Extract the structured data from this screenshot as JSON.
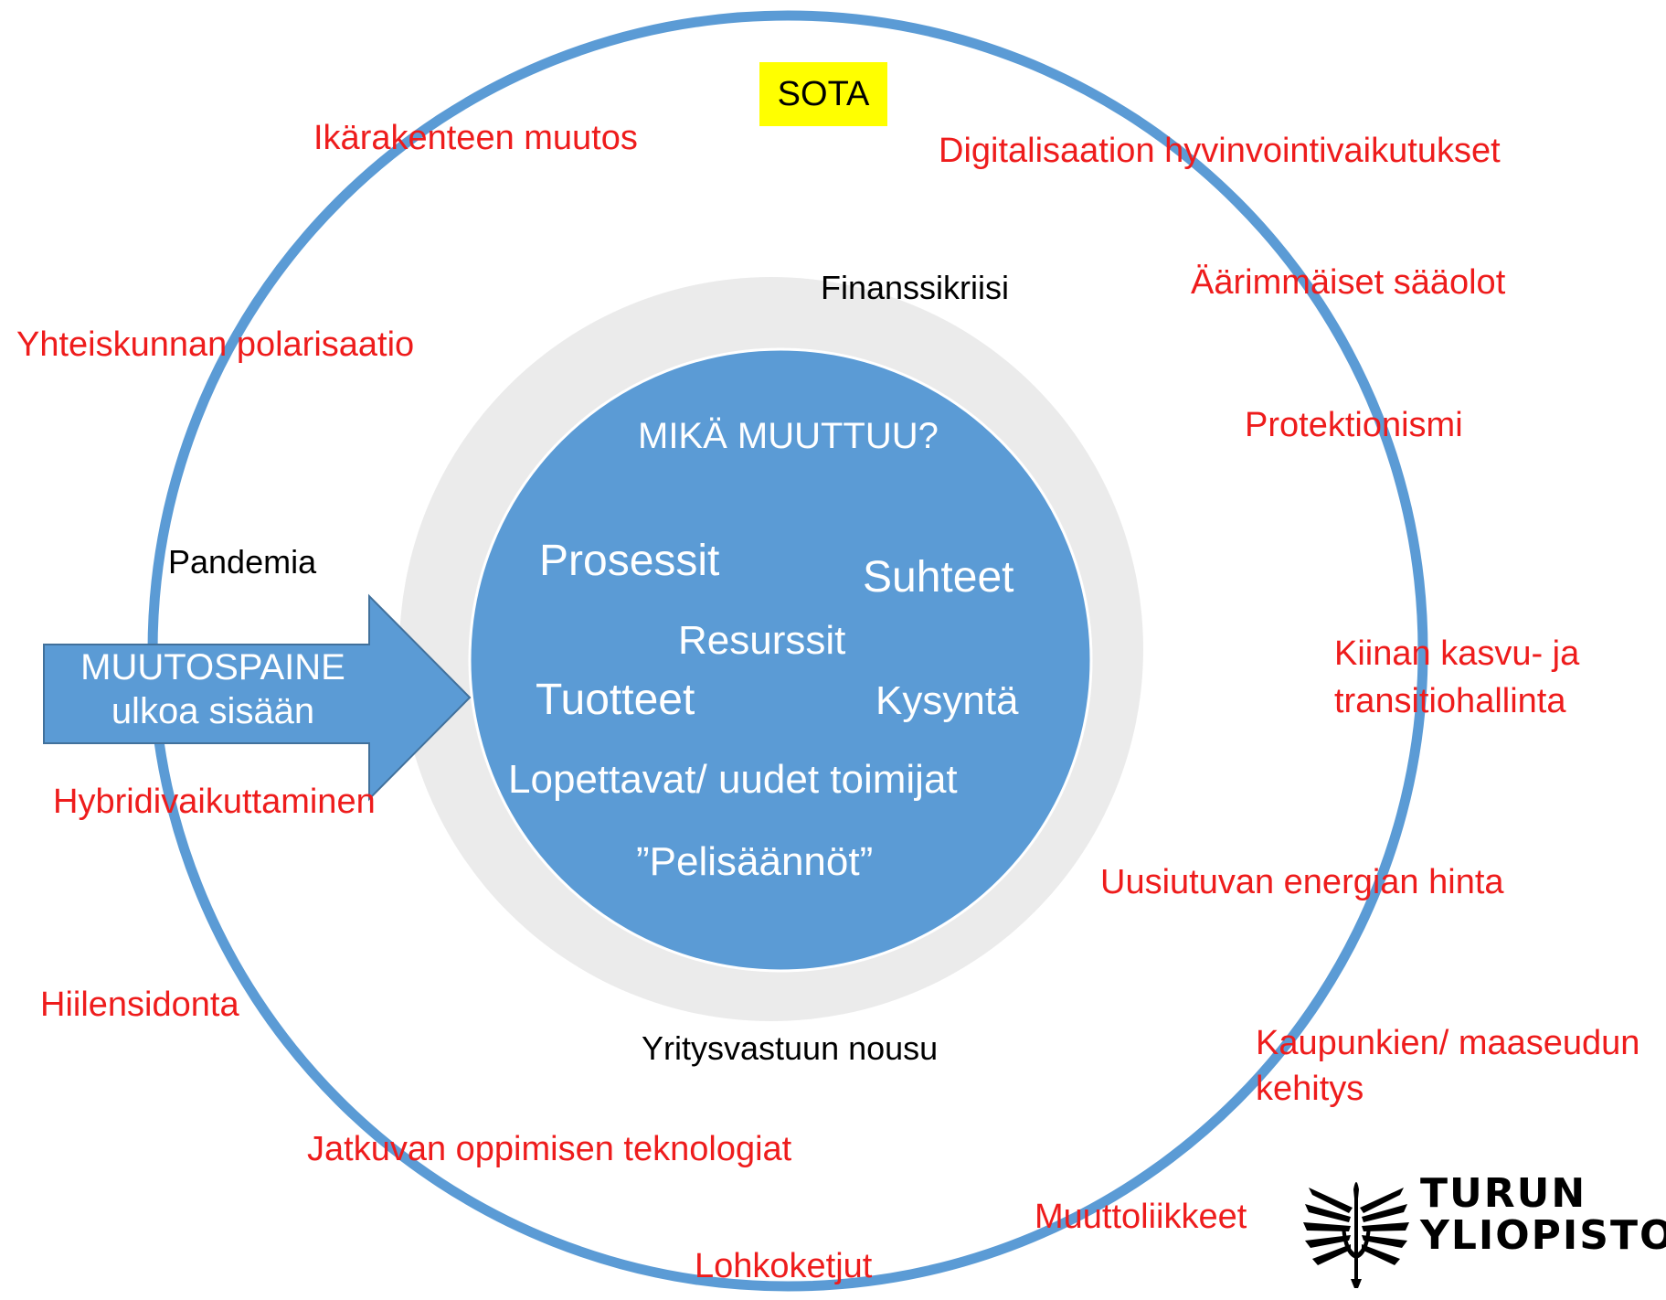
{
  "center": {
    "question": "MIKÄ MUUTTUU?",
    "items": [
      "Prosessit",
      "Suhteet",
      "Resurssit",
      "Tuotteet",
      "Kysyntä",
      "Lopettavat/ uudet toimijat",
      "”Pelisäännöt”"
    ]
  },
  "middle_ring": [
    "Finanssikriisi",
    "Pandemia",
    "Yritysvastuun nousu"
  ],
  "highlight": "SOTA",
  "arrow": {
    "line1": "MUUTOSPAINE",
    "line2": "ulkoa sisään"
  },
  "outer_trends": [
    "Ikärakenteen muutos",
    "Digitalisaation hyvinvointivaikutukset",
    "Äärimmäiset sääolot",
    "Yhteiskunnan polarisaatio",
    "Protektionismi",
    "Kiinan kasvu- ja",
    "transitiohallinta",
    "Hybridivaikuttaminen",
    "Uusiutuvan energian hinta",
    "Hiilensidonta",
    "Kaupunkien/ maaseudun",
    "kehitys",
    "Jatkuvan oppimisen teknologiat",
    "Muuttoliikkeet",
    "Lohkoketjut"
  ],
  "logo": {
    "line1": "TURUN",
    "line2": "YLIOPISTO"
  },
  "colors": {
    "outer_ring": "#5b9bd5",
    "inner_disc": "#5b9bd5",
    "grey_ring": "#ebebeb",
    "trend_text": "#ee1c1c",
    "highlight_bg": "#ffff00"
  }
}
